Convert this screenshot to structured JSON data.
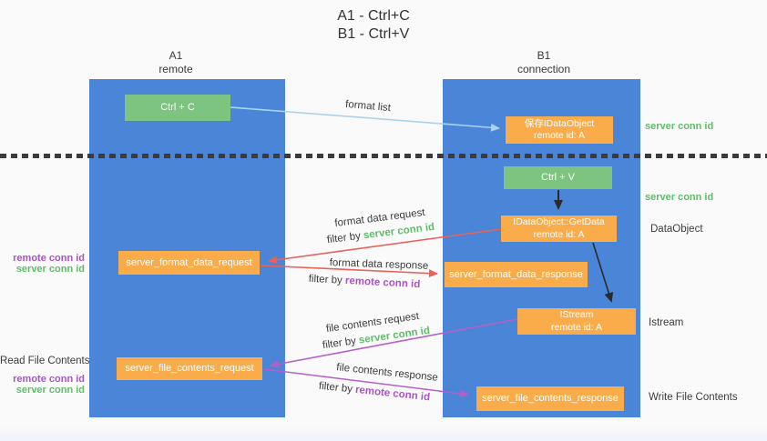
{
  "title": {
    "line1": "A1 - Ctrl+C",
    "line2": "B1 - Ctrl+V"
  },
  "lanes": {
    "left": {
      "name": "A1",
      "role": "remote"
    },
    "right": {
      "name": "B1",
      "role": "connection"
    }
  },
  "nodes": {
    "ctrl_c": {
      "label": "Ctrl + C"
    },
    "save_idataobject": {
      "line1": "保存IDataObject",
      "line2": "remote id: A"
    },
    "ctrl_v": {
      "label": "Ctrl + V"
    },
    "getdata": {
      "line1": "IDataObject::GetData",
      "line2": "remote id: A"
    },
    "format_request": {
      "label": "server_format_data_request"
    },
    "format_response": {
      "label": "server_format_data_response"
    },
    "istream": {
      "line1": "IStream",
      "line2": "remote id: A"
    },
    "file_request": {
      "label": "server_file_contents_request"
    },
    "file_response": {
      "label": "server_file_contents_response"
    }
  },
  "edges": {
    "format_list": {
      "label": "format list"
    },
    "format_data_request": {
      "label": "format data request",
      "filter_prefix": "filter by ",
      "filter_key": "server conn id"
    },
    "format_data_response": {
      "label": "format data response",
      "filter_prefix": "filter by ",
      "filter_key": "remote conn id"
    },
    "file_contents_request": {
      "label": "file contents request",
      "filter_prefix": "filter by ",
      "filter_key": "server conn id"
    },
    "file_contents_response": {
      "label": "file contents response",
      "filter_prefix": "filter by ",
      "filter_key": "remote conn id"
    }
  },
  "annotations": {
    "right_server_conn_top": "server conn id",
    "right_server_conn_mid": "server conn id",
    "dataobject": "DataObject",
    "istream": "Istream",
    "write_file_contents": "Write File Contents",
    "left_remote_conn_top": "remote conn id",
    "left_server_conn_top": "server conn id",
    "read_file_contents": "Read File Contents",
    "left_remote_conn_bottom": "remote conn id",
    "left_server_conn_bottom": "server conn id"
  },
  "colors": {
    "lane_blue": "#4a85d8",
    "node_green": "#7cc47f",
    "node_orange": "#f9ac49",
    "arrow_lightblue": "#a9d3ee",
    "arrow_red": "#e96159",
    "arrow_purple": "#b75fc8",
    "arrow_black": "#2b2b2b",
    "text_green": "#5fbd68",
    "text_purple": "#ab53c6"
  }
}
